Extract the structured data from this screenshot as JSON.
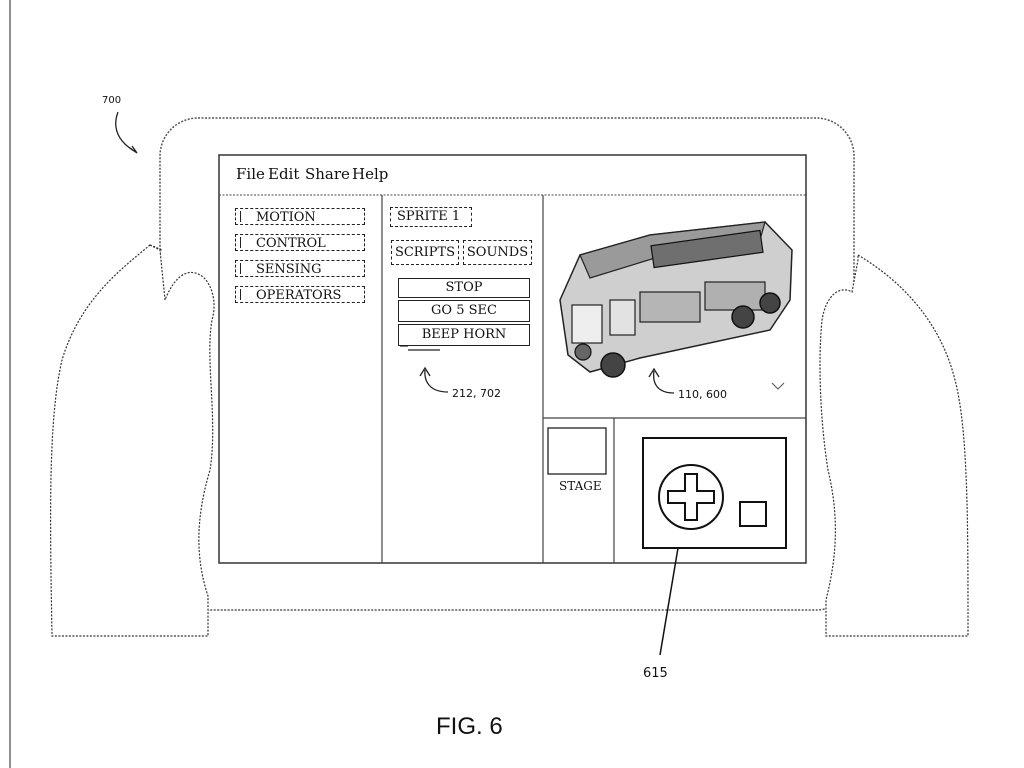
{
  "labels": {
    "device_ref": "700",
    "script_ref": "212, 702",
    "sprite_ref": "110, 600",
    "controller_ref": "615",
    "figure": "FIG. 6"
  },
  "menu": [
    {
      "label": "File"
    },
    {
      "label": "Edit"
    },
    {
      "label": "Share"
    },
    {
      "label": "Help"
    }
  ],
  "categories": [
    {
      "label": "MOTION"
    },
    {
      "label": "CONTROL"
    },
    {
      "label": "SENSING"
    },
    {
      "label": "OPERATORS"
    }
  ],
  "sprite": {
    "name": "SPRITE 1"
  },
  "tabs": [
    {
      "label": "SCRIPTS"
    },
    {
      "label": "SOUNDS"
    }
  ],
  "script_blocks": [
    {
      "label": "STOP"
    },
    {
      "label": "GO 5 SEC"
    },
    {
      "label": "BEEP HORN"
    }
  ],
  "stage": {
    "label": "STAGE"
  },
  "icons": {
    "sprite_image": "fire-truck-icon",
    "dpad": "dpad-icon",
    "action_button": "square-button-icon"
  }
}
